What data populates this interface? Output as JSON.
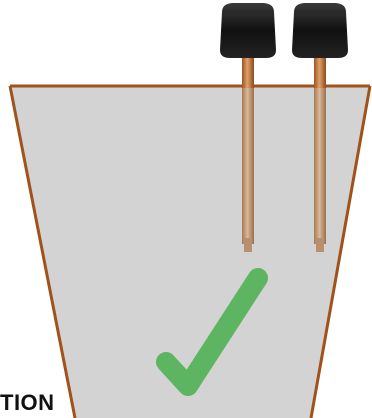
{
  "diagram": {
    "caption": "TION",
    "colors": {
      "container_fill": "#d3d3d3",
      "container_stroke": "#a0521a",
      "rod_upper": "#c87a3c",
      "rod_lower": "#c79d78",
      "cap": "#1a1a1a",
      "checkmark": "#5db562"
    },
    "icons": [
      "electrode-probe",
      "electrode-probe",
      "checkmark-icon"
    ]
  }
}
